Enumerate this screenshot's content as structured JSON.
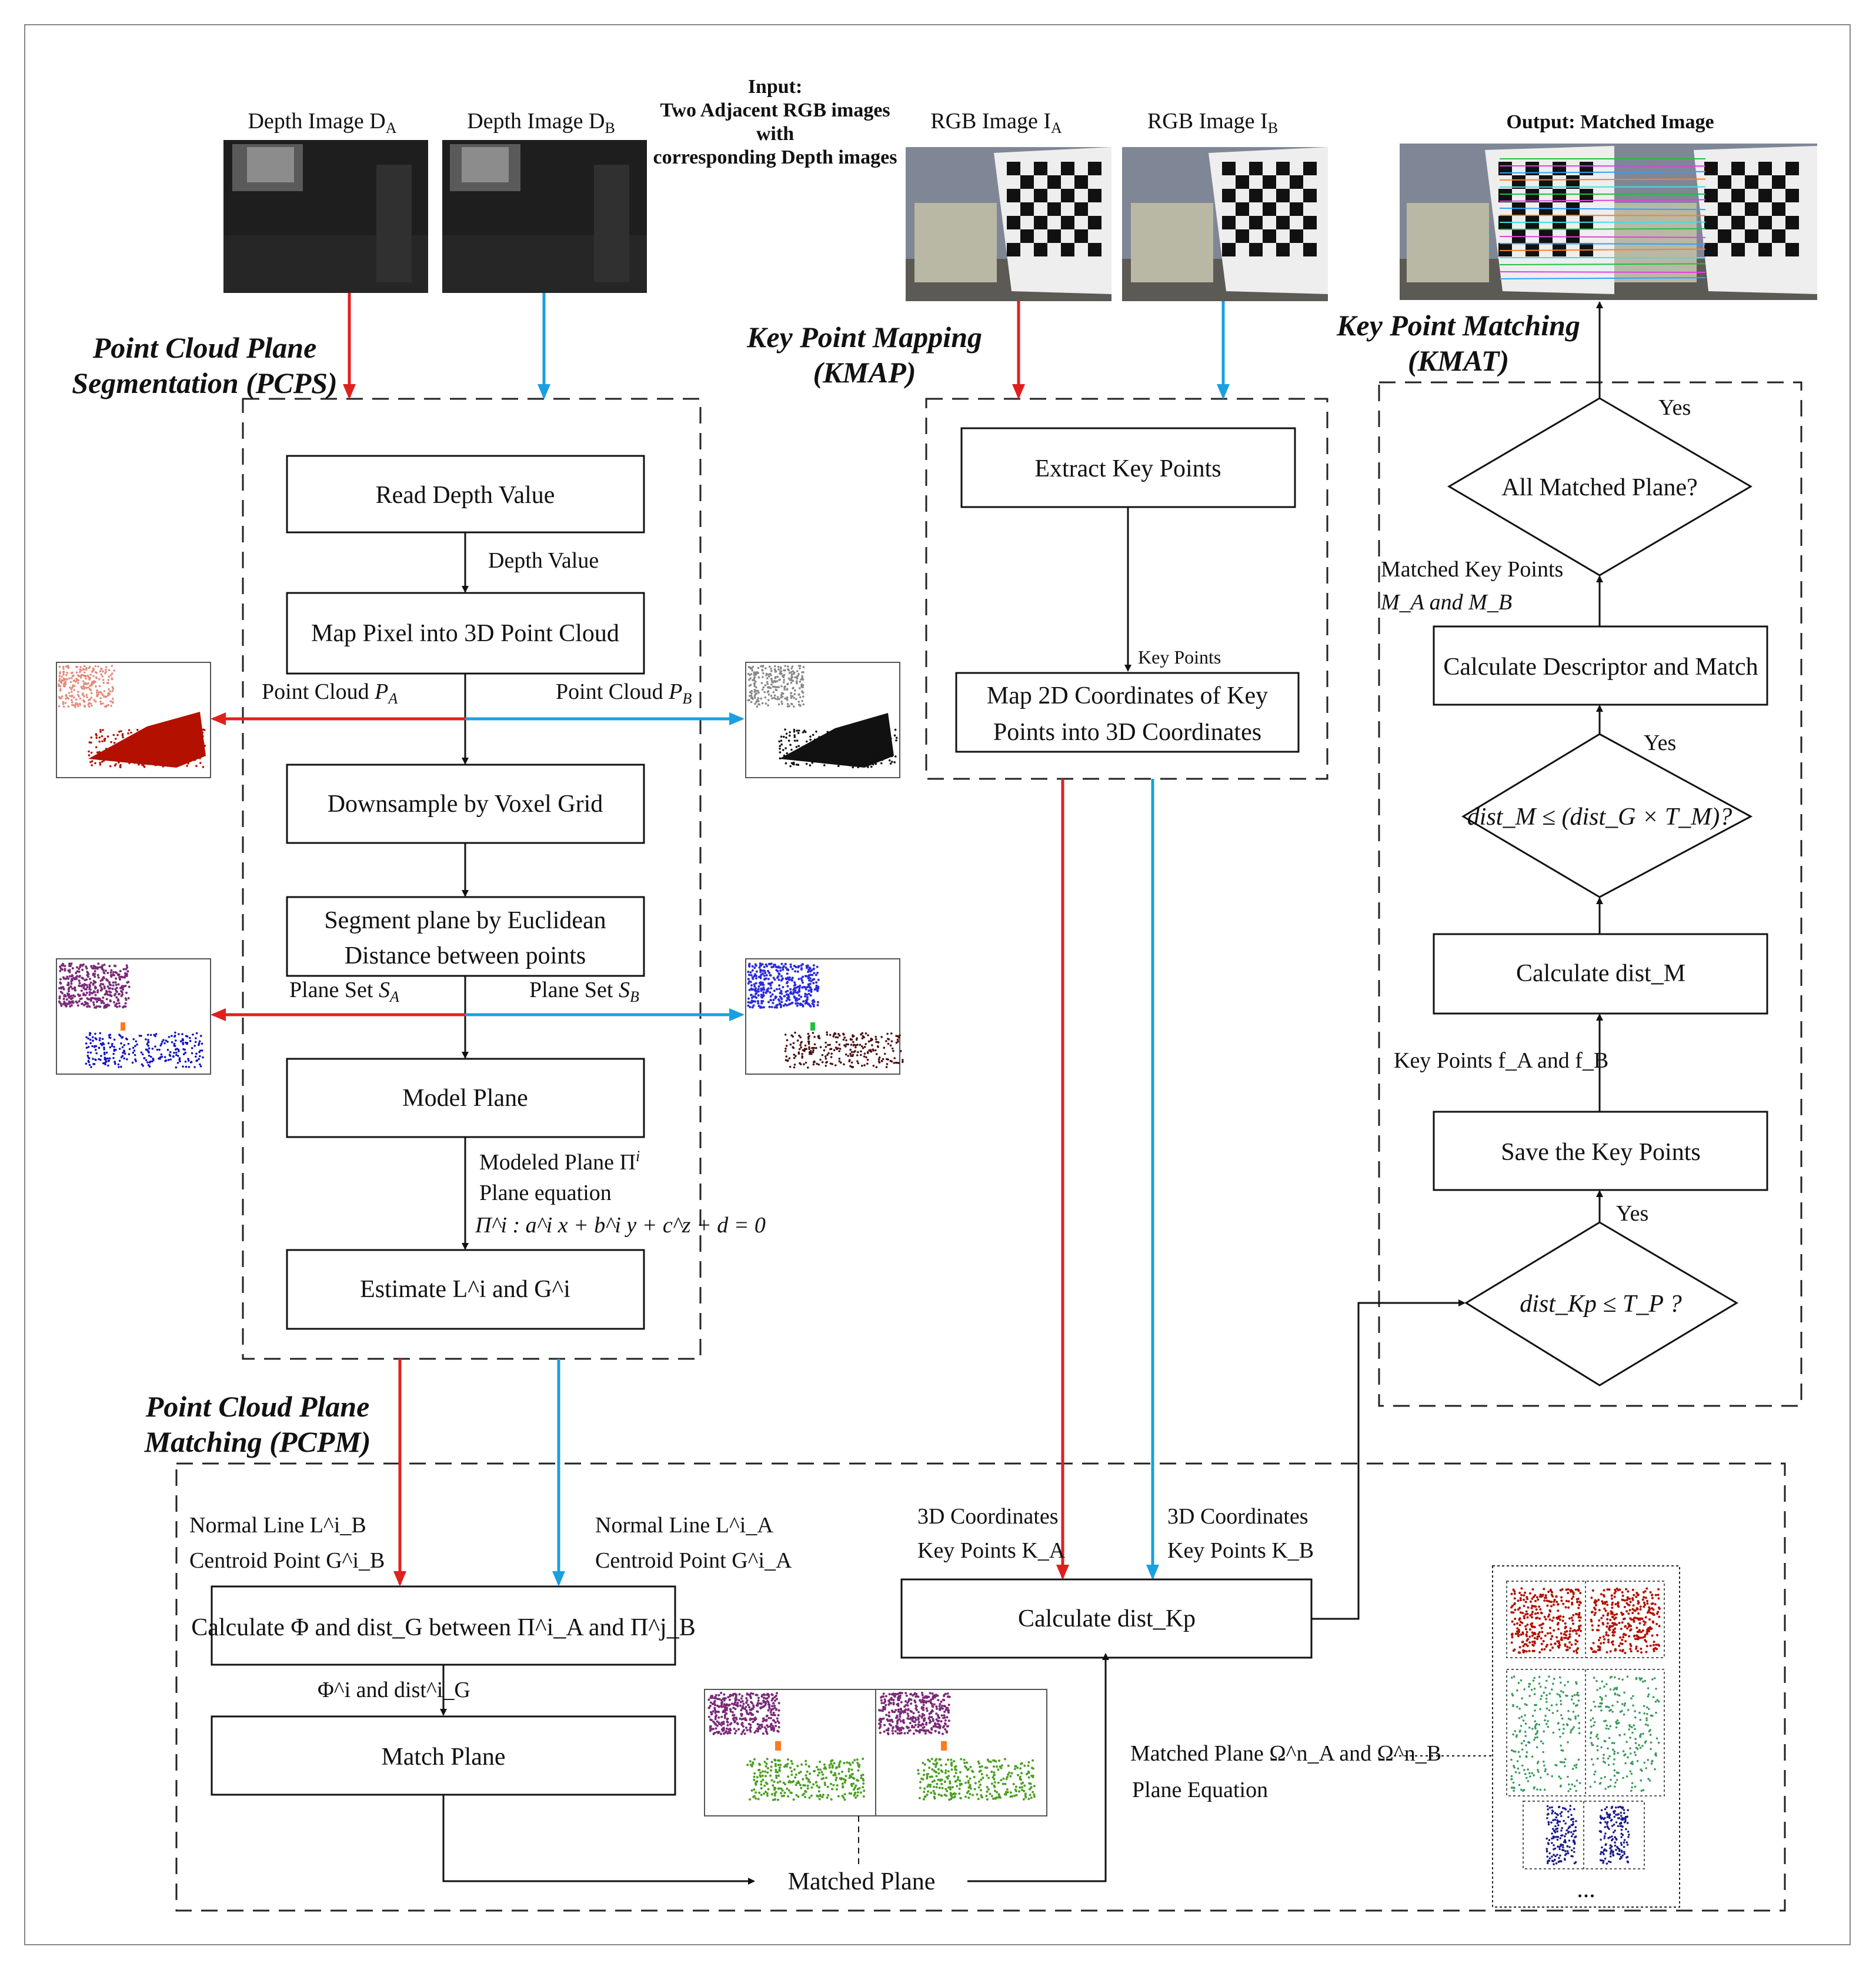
{
  "input_header": {
    "line1": "Input:",
    "line2": "Two Adjacent RGB images",
    "line3": "with",
    "line4": "corresponding Depth images"
  },
  "output_header": "Output: Matched Image",
  "images": {
    "depth_a": {
      "label": "Depth Image D",
      "sub": "A"
    },
    "depth_b": {
      "label": "Depth Image D",
      "sub": "B"
    },
    "rgb_a": {
      "label": "RGB Image I",
      "sub": "A"
    },
    "rgb_b": {
      "label": "RGB Image I",
      "sub": "B"
    }
  },
  "sections": {
    "pcps": {
      "line1": "Point Cloud Plane",
      "line2": "Segmentation (PCPS)"
    },
    "kmap": {
      "line1": "Key Point Mapping",
      "line2": "(KMAP)"
    },
    "kmat": {
      "line1": "Key Point Matching",
      "line2": "(KMAT)"
    },
    "pcpm": {
      "line1": "Point Cloud Plane",
      "line2": "Matching (PCPM)"
    }
  },
  "pcps": {
    "read_depth": "Read Depth Value",
    "depth_value": "Depth Value",
    "map_pixel": "Map Pixel into 3D Point Cloud",
    "point_cloud_a": {
      "text": "Point Cloud ",
      "var": "P",
      "sub": "A"
    },
    "point_cloud_b": {
      "text": "Point Cloud ",
      "var": "P",
      "sub": "B"
    },
    "downsample": "Downsample by Voxel Grid",
    "segment_line1": "Segment plane by Euclidean",
    "segment_line2": "Distance between points",
    "plane_set_a": {
      "text": "Plane Set ",
      "var": "S",
      "sub": "A"
    },
    "plane_set_b": {
      "text": "Plane Set ",
      "var": "S",
      "sub": "B"
    },
    "model_plane": "Model Plane",
    "modeled_plane": "Modeled Plane Π",
    "modeled_sup": "i",
    "plane_equation": "Plane equation",
    "equation": "Π^i : a^i x + b^i y + c^z + d = 0",
    "estimate": "Estimate L^i and G^i"
  },
  "kmap": {
    "extract": "Extract Key Points",
    "key_points": "Key Points",
    "map2d_line1": "Map 2D Coordinates of Key",
    "map2d_line2": "Points into 3D Coordinates"
  },
  "kmat": {
    "yes_top": "Yes",
    "all_matched": "All Matched Plane?",
    "matched_kp_line1": "Matched Key Points",
    "matched_kp_line2": "M_A and M_B",
    "calc_descriptor": "Calculate Descriptor and Match",
    "yes_mid": "Yes",
    "cond_dist_m": "dist_M ≤ (dist_G × T_M)?",
    "calc_dist_m": "Calculate dist_M",
    "kp_fa_fb": "Key Points f_A and f_B",
    "save_kp": "Save the Key Points",
    "yes_low": "Yes",
    "cond_kp": "dist_Kp ≤ T_P ?"
  },
  "pcpm": {
    "normal_b": "Normal Line L^i_B",
    "centroid_b": "Centroid Point G^i_B",
    "normal_a": "Normal Line L^i_A",
    "centroid_a": "Centroid Point G^i_A",
    "calc_phi": "Calculate Φ and dist_G between Π^i_A and Π^j_B",
    "phi_dist": "Φ^i and dist^i_G",
    "match_plane": "Match Plane",
    "matched_plane": "Matched Plane",
    "coord_a_line1": "3D Coordinates",
    "coord_a_line2": "Key Points K_A",
    "coord_b_line1": "3D Coordinates",
    "coord_b_line2": "Key Points K_B",
    "calc_kp": "Calculate dist_Kp",
    "matched_omega": "Matched Plane Ω^n_A and Ω^n_B",
    "plane_eq": "Plane Equation",
    "ellipsis": "..."
  },
  "colors": {
    "red": "#e0201e",
    "blue": "#1aa0e0",
    "dark_red": "#b31000",
    "purple": "#7a2a78",
    "green": "#4aa020",
    "navy": "#1010c0"
  }
}
